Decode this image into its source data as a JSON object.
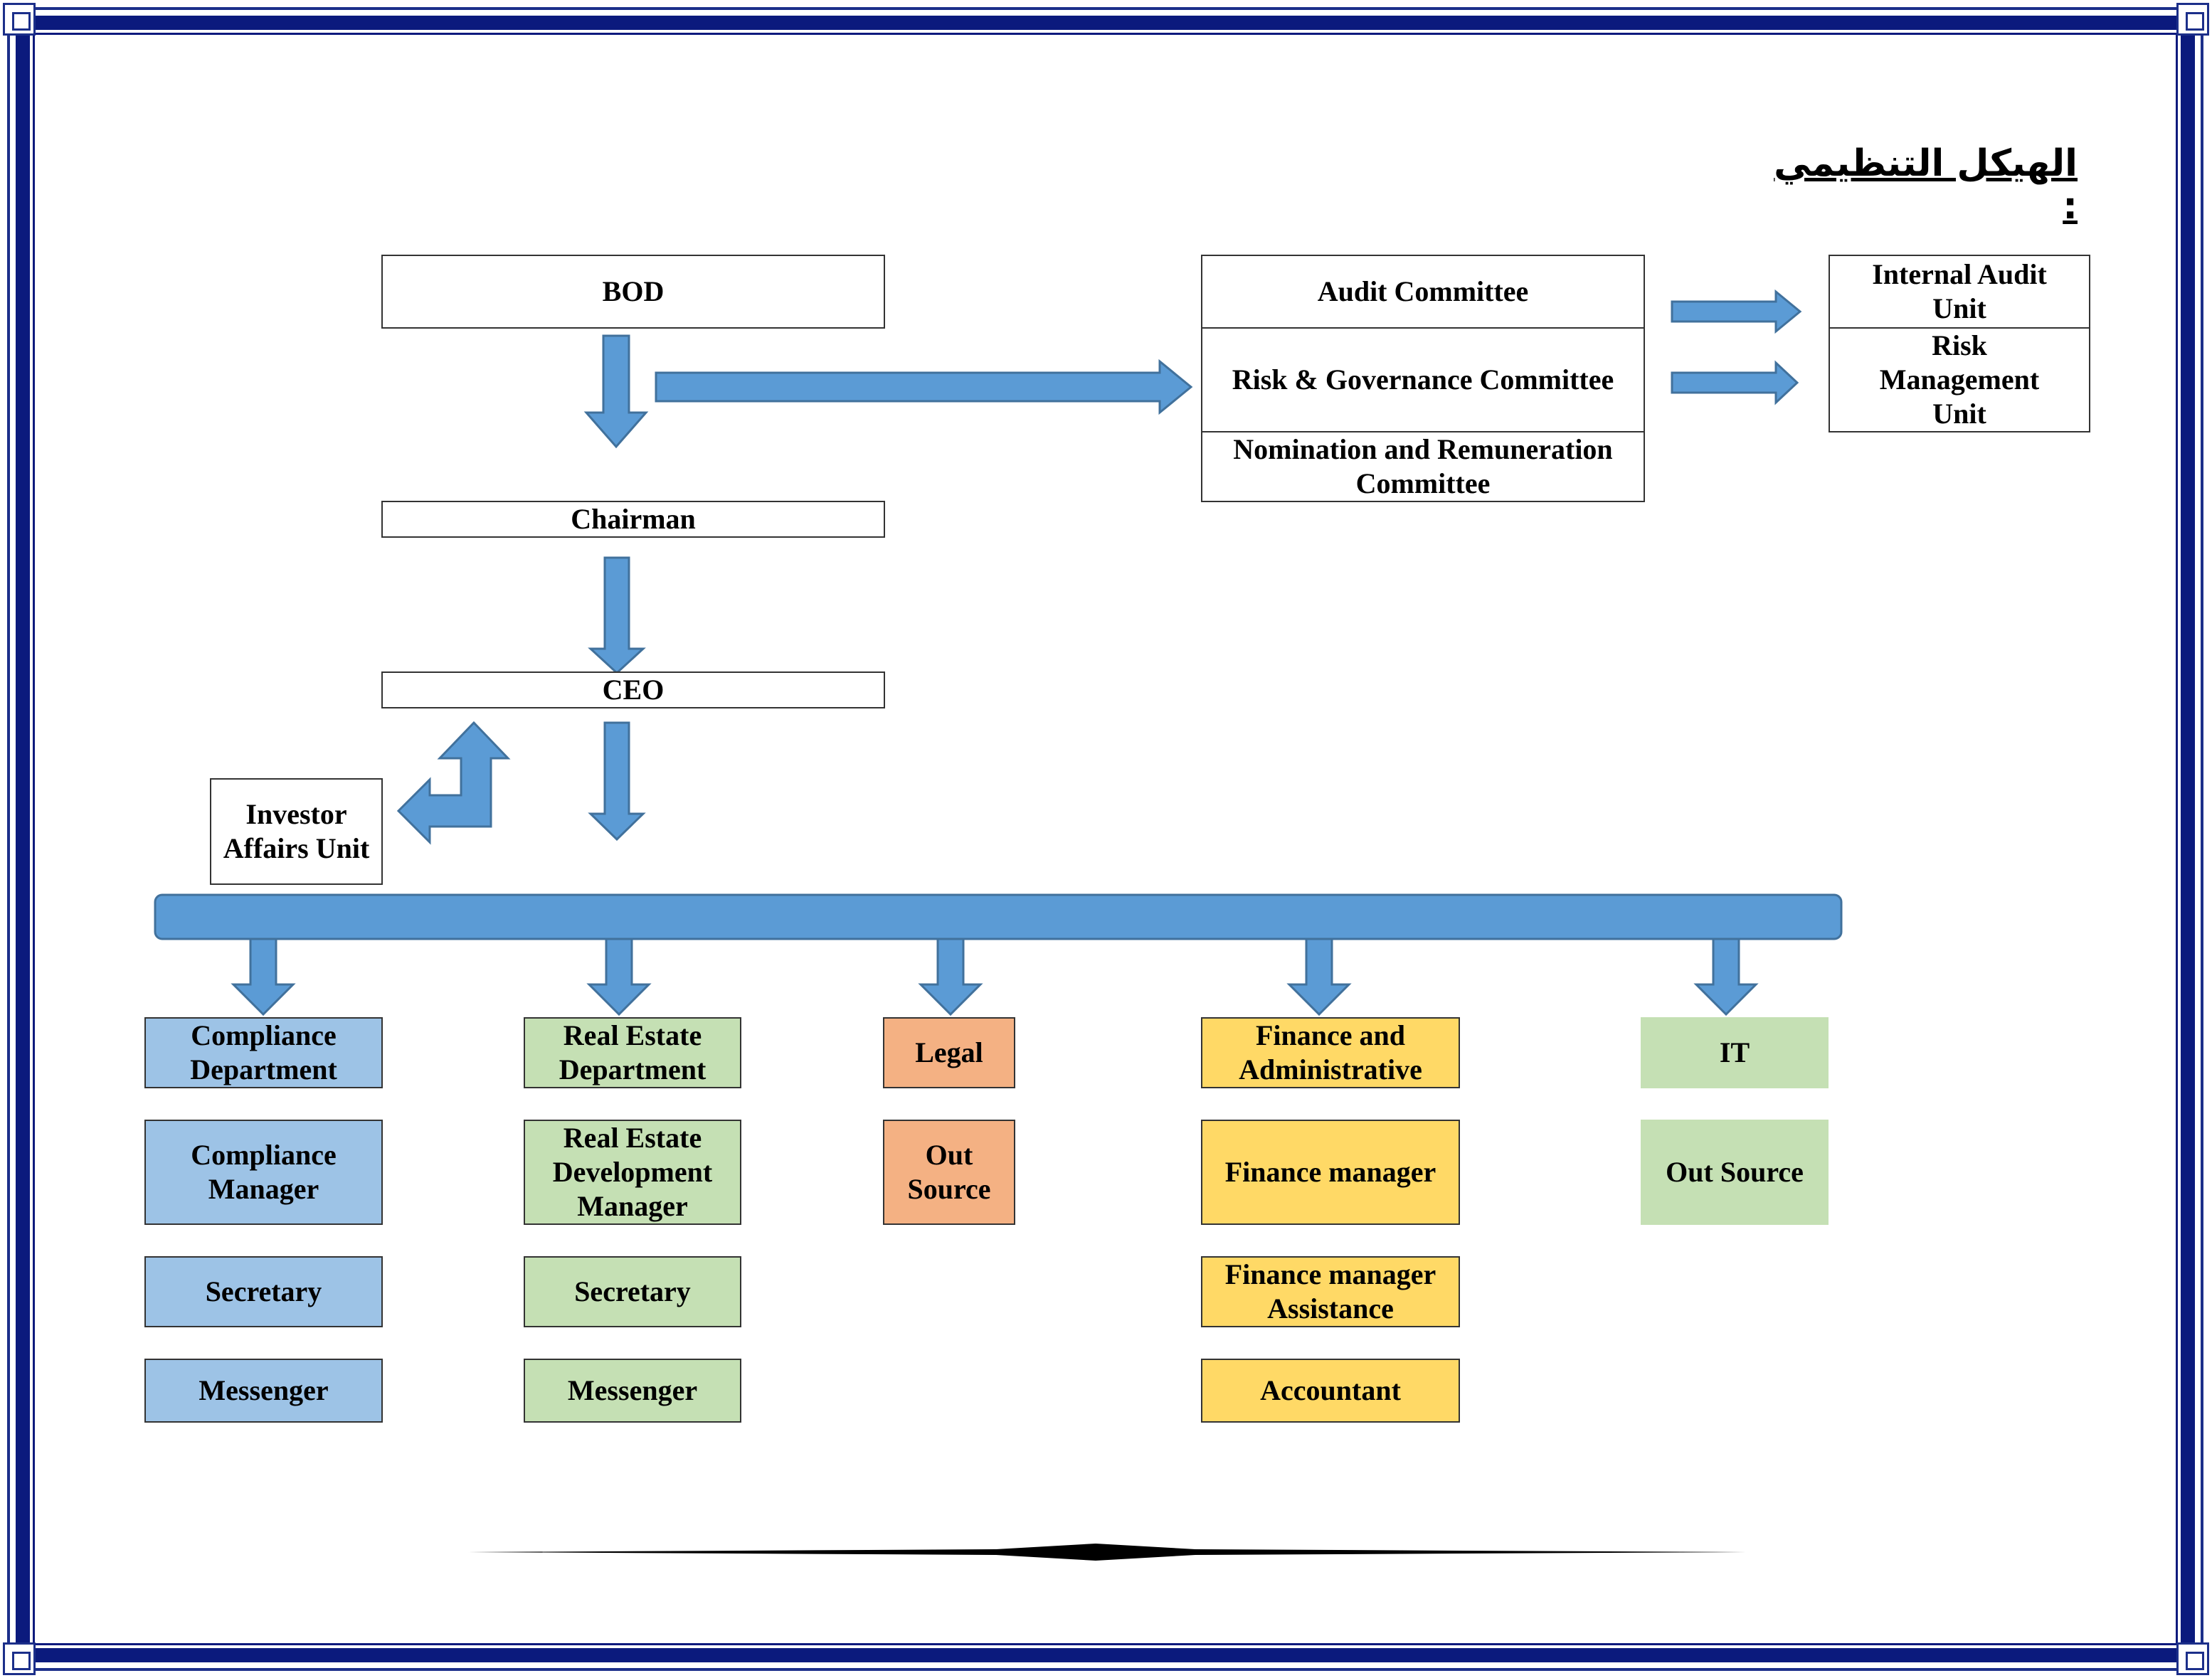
{
  "title": "الهيكل التنظيمي :",
  "bod": "BOD",
  "chairman": "Chairman",
  "ceo": "CEO",
  "investor_affairs": "Investor Affairs Unit",
  "committees": {
    "audit": "Audit Committee",
    "risk_governance": "Risk & Governance Committee",
    "nomination": "Nomination and Remuneration Committee"
  },
  "units": {
    "internal_audit": "Internal Audit Unit",
    "risk_management": "Risk Management Unit"
  },
  "departments": {
    "compliance": {
      "head": "Compliance Department",
      "roles": [
        "Compliance Manager",
        "Secretary",
        "Messenger"
      ],
      "color": "#9dc3e6"
    },
    "real_estate": {
      "head": "Real Estate Department",
      "roles": [
        "Real Estate Development Manager",
        "Secretary",
        "Messenger"
      ],
      "color": "#c5e0b4"
    },
    "legal": {
      "head": "Legal",
      "roles": [
        "Out Source"
      ],
      "color": "#f4b183"
    },
    "finance": {
      "head": "Finance and Administrative",
      "roles": [
        "Finance manager",
        "Finance manager Assistance",
        "Accountant"
      ],
      "color": "#ffd966"
    },
    "it": {
      "head": "IT",
      "roles": [
        "Out Source"
      ],
      "color": "#c5e0b4"
    }
  },
  "arrow_color": "#5b9bd5"
}
